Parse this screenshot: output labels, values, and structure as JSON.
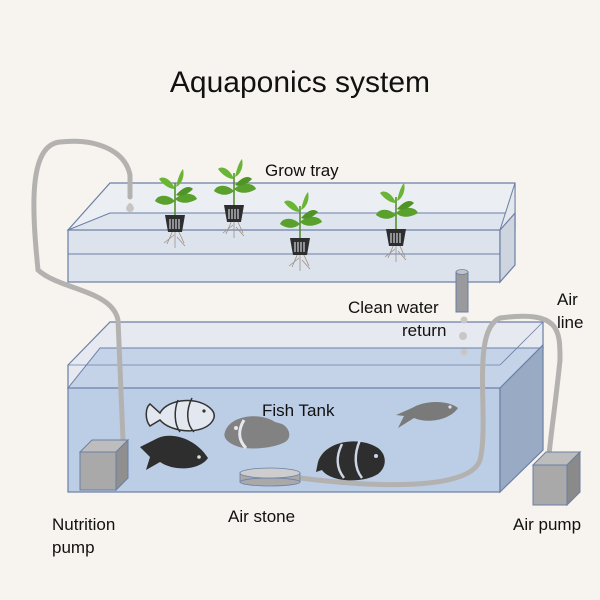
{
  "title": "Aquaponics system",
  "labels": {
    "grow_tray": "Grow tray",
    "clean_water_return_1": "Clean water",
    "clean_water_return_2": "return",
    "air_line_1": "Air",
    "air_line_2": "line",
    "fish_tank": "Fish Tank",
    "air_stone": "Air stone",
    "nutrition_pump_1": "Nutrition",
    "nutrition_pump_2": "pump",
    "air_pump": "Air pump"
  },
  "colors": {
    "background": "#f7f3ee",
    "tank_water": "#bccde6",
    "tank_side": "#98aac4",
    "tray": "#e3e8f0",
    "outline": "#6b7fa6",
    "tube": "#b4b2b0",
    "pump": "#a4a4a4",
    "leaf": "#5aa02c",
    "fish_dark": "#2e2e2e",
    "fish_gray": "#7d7d7d"
  },
  "plants_count": 4,
  "fish_count": 5
}
